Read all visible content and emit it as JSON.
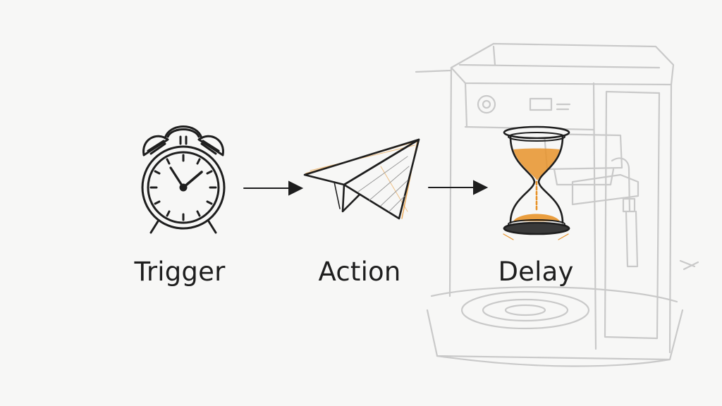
{
  "diagram": {
    "steps": [
      {
        "label": "Trigger",
        "icon": "alarm-clock-icon"
      },
      {
        "label": "Action",
        "icon": "paper-plane-icon"
      },
      {
        "label": "Delay",
        "icon": "hourglass-icon"
      }
    ],
    "connectors": [
      {
        "from": "Trigger",
        "to": "Action"
      },
      {
        "from": "Action",
        "to": "Delay"
      }
    ],
    "background_illustration": "coffee-machine-icon",
    "colors": {
      "ink": "#1e1e1e",
      "accent": "#e8932a",
      "background": "#f7f7f6",
      "faded_sketch": "#9a9a9a"
    }
  }
}
